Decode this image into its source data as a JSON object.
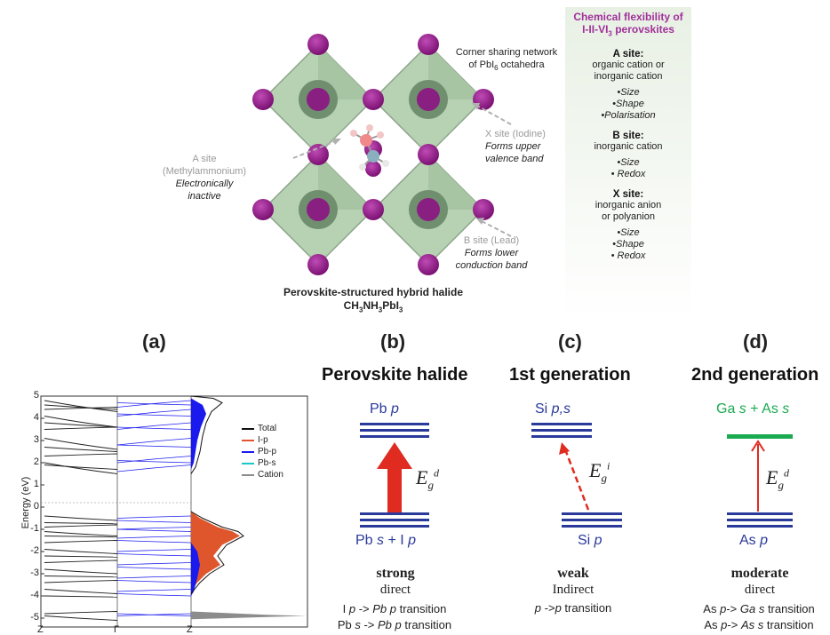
{
  "colors": {
    "octahedron": "#b7d1b3",
    "octahedron_dark": "#6f8f6e",
    "iodine": "#8f1f86",
    "level_blue": "#2a3a9a",
    "arrow_red": "#e02b20",
    "green": "#1aaa50",
    "side_bg_top": "#e9f1e6",
    "side_title": "#a0309a"
  },
  "structure": {
    "corner_label": [
      "Corner sharing network",
      "of PbI6 octahedra"
    ],
    "x_site_grey": "X site (Iodine)",
    "x_site_italic": [
      "Forms upper",
      "valence band"
    ],
    "a_site_grey": [
      "A site",
      "(Methylammonium)"
    ],
    "a_site_italic": [
      "Electronically",
      "inactive"
    ],
    "b_site_grey": "B site (Lead)",
    "b_site_italic": [
      "Forms lower",
      "conduction band"
    ],
    "caption_1": "Perovskite-structured hybrid halide",
    "caption_2": "CH3NH3PbI3"
  },
  "sidebar": {
    "title_1": "Chemical flexibility of",
    "title_2": "I-II-VI3 perovskites",
    "a_head": "A site:",
    "a_desc": [
      "organic cation or",
      "inorganic cation"
    ],
    "a_items": [
      "•Size",
      "•Shape",
      "•Polarisation"
    ],
    "b_head": "B site:",
    "b_desc": [
      "inorganic cation"
    ],
    "b_items": [
      "•Size",
      "• Redox"
    ],
    "x_head": "X site:",
    "x_desc": [
      "inorganic anion",
      "or polyanion"
    ],
    "x_items": [
      "•Size",
      "•Shape",
      "• Redox"
    ]
  },
  "panels": {
    "a_letter": "(a)",
    "b_letter": "(b)",
    "c_letter": "(c)",
    "d_letter": "(d)",
    "b_title": "Perovskite halide",
    "c_title": "1st generation",
    "d_title": "2nd generation"
  },
  "band_plot": {
    "ylabel": "Energy (eV)",
    "yticks": [
      "5",
      "4",
      "3",
      "2",
      "1",
      "0",
      "-1",
      "-2",
      "-3",
      "-4",
      "-5"
    ],
    "xticks": [
      "Z",
      "Γ",
      "Z"
    ],
    "legend": [
      "Total",
      "I-p",
      "Pb-p",
      "Pb-s",
      "Cation"
    ],
    "legend_colors": [
      "#111111",
      "#e0562c",
      "#1a1aee",
      "#19c7c7",
      "#8c8c8c"
    ]
  },
  "level_b": {
    "top": "Pb p",
    "bottom": "Pb s + I p",
    "eg_sup": "d",
    "strength": "strong",
    "type": "direct",
    "t1": "I p -> Pb p transition",
    "t2": "Pb s -> Pb p transition"
  },
  "level_c": {
    "top": "Si p,s",
    "bottom": "Si p",
    "eg_sup": "i",
    "strength": "weak",
    "type": "Indirect",
    "t1": "p ->p transition"
  },
  "level_d": {
    "top": "Ga s + As s",
    "bottom": "As p",
    "eg_sup": "d",
    "strength": "moderate",
    "type": "direct",
    "t1": "As p-> Ga s transition",
    "t2": "As p-> As s transition"
  }
}
